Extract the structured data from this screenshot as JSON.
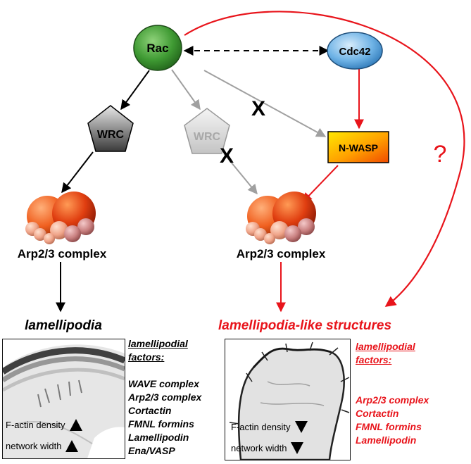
{
  "nodes": {
    "rac": "Rac",
    "cdc42": "Cdc42",
    "wrc_left": "WRC",
    "wrc_right": "WRC",
    "nwasp": "N-WASP",
    "arp_left": "Arp2/3 complex",
    "arp_right": "Arp2/3 complex"
  },
  "marks": {
    "x1": "X",
    "x2": "X",
    "question": "?"
  },
  "outcomes": {
    "left": "lamellipodia",
    "right": "lamellipodia-like structures"
  },
  "left_panel": {
    "density_label": "F-actin density",
    "width_label": "network width",
    "density_trend": "up",
    "width_trend": "up"
  },
  "right_panel": {
    "density_label": "F-actin density",
    "width_label": "network width",
    "density_trend": "down",
    "width_trend": "down"
  },
  "left_factors": {
    "header_line1": "lamellipodial",
    "header_line2": "factors:",
    "items": [
      "WAVE complex",
      "Arp2/3 complex",
      "Cortactin",
      "FMNL formins",
      "Lamellipodin",
      "Ena/VASP"
    ]
  },
  "right_factors": {
    "header_line1": "lamellipodial",
    "header_line2": "factors:",
    "items": [
      "Arp2/3 complex",
      "Cortactin",
      "FMNL formins",
      "Lamellipodin"
    ]
  },
  "colors": {
    "red": "#e8141b",
    "black": "#000000",
    "gray_arrow": "#a0a0a0",
    "rac_fill": "#3f9a33",
    "cdc42_fill": "#6fb3e6"
  }
}
